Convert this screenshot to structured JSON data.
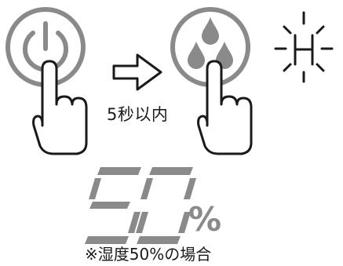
{
  "instruction": {
    "step_time_text": "5秒以内",
    "indicator_letter": "H"
  },
  "display": {
    "digits": "50",
    "unit": "%",
    "note": "※湿度50%の場合"
  },
  "icons": {
    "power": "power-icon",
    "arrow": "arrow-right-icon",
    "humidity": "water-drops-icon",
    "finger": "pointing-finger-icon",
    "blink": "blinking-h-icon"
  },
  "colors": {
    "icon_gray": "#8a8a8a",
    "outline": "#1a1a1a",
    "background": "#ffffff"
  }
}
